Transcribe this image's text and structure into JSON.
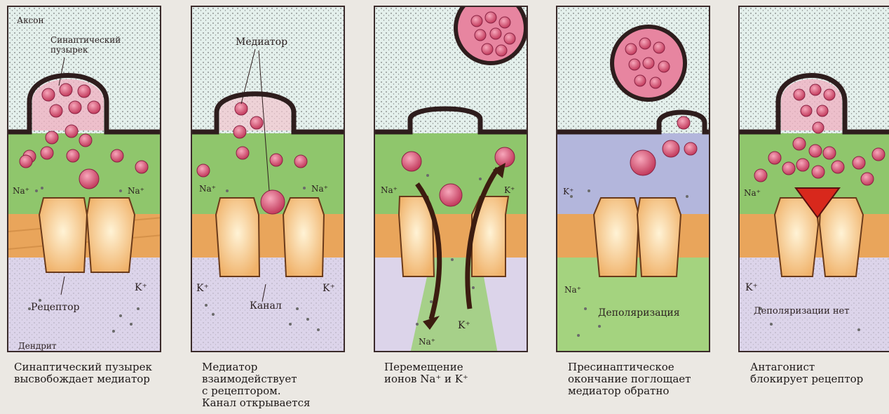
{
  "panels": [
    {
      "labels": {
        "axon": "Аксон",
        "vesicle": "Синаптический\nпузырек",
        "na_left": "Na⁺",
        "na_right": "Na⁺",
        "k": "K⁺",
        "receptor": "Рецептор",
        "dendrite": "Дендрит"
      },
      "caption": "Синаптический пузырек\nвысвобождает медиатор"
    },
    {
      "labels": {
        "mediator": "Медиатор",
        "na_left": "Na⁺",
        "na_right": "Na⁺",
        "k_left": "K⁺",
        "k_right": "K⁺",
        "channel": "Канал"
      },
      "caption": "Медиатор\nвзаимодействует\nс рецептором.\nКанал открывается"
    },
    {
      "labels": {
        "na_top": "Na⁺",
        "k_top": "K⁺",
        "k_bottom": "K⁺",
        "na_bottom": "Na⁺"
      },
      "caption": "Перемещение\nионов Na⁺ и K⁺"
    },
    {
      "labels": {
        "k": "K⁺",
        "na": "Na⁺",
        "depol": "Деполяризация"
      },
      "caption": "Пресинаптическое\nокончание поглощает\nмедиатор обратно"
    },
    {
      "labels": {
        "na": "Na⁺",
        "k": "K⁺",
        "no_depol": "Деполяризации нет"
      },
      "caption": "Антагонист\nблокирует рецептор"
    }
  ],
  "colors": {
    "axon_bg": "#dfeee8",
    "cleft_green": "#8cc46a",
    "membrane_orange": "#e6a45c",
    "receptor_fill": "#f6c98a",
    "dendrite_bg": "#ddd6ea",
    "vesicle_pink": "#d9607e",
    "outline": "#2e1d1d",
    "antagonist_red": "#d8281c"
  }
}
